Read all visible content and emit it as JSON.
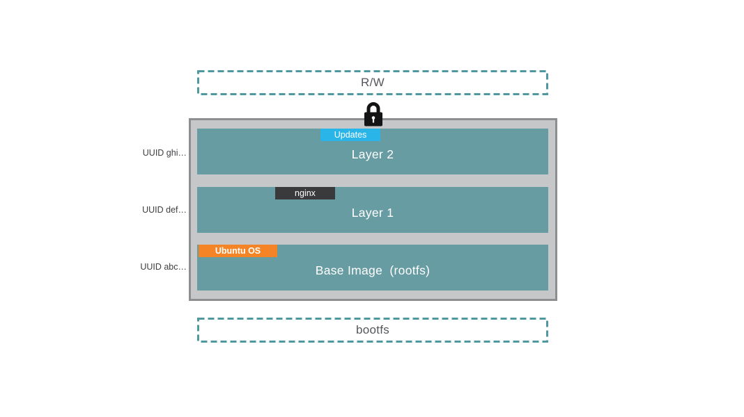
{
  "colors": {
    "layer_teal": "#679ca3",
    "dashed_border_teal": "#4f98a0",
    "container_fill": "#c6c7c9",
    "container_border": "#8d8e90",
    "badge_updates": "#29b5e8",
    "badge_nginx": "#3a3a3c",
    "badge_ubuntu": "#f58426",
    "box_text": "#54565b",
    "uuid_text": "#3f4042",
    "lock": "#141414",
    "text_on_teal": "#ffffff"
  },
  "rw_box": {
    "label": "R/W"
  },
  "bootfs_box": {
    "label": "bootfs"
  },
  "lock_icon": {
    "name": "lock-icon"
  },
  "stack": {
    "layers": [
      {
        "uuid": "UUID ghi…",
        "badge": "Updates",
        "label": "Layer 2"
      },
      {
        "uuid": "UUID def…",
        "badge": "nginx",
        "label": "Layer 1"
      },
      {
        "uuid": "UUID abc…",
        "badge": "Ubuntu OS",
        "label": "Base Image  (rootfs)"
      }
    ]
  }
}
